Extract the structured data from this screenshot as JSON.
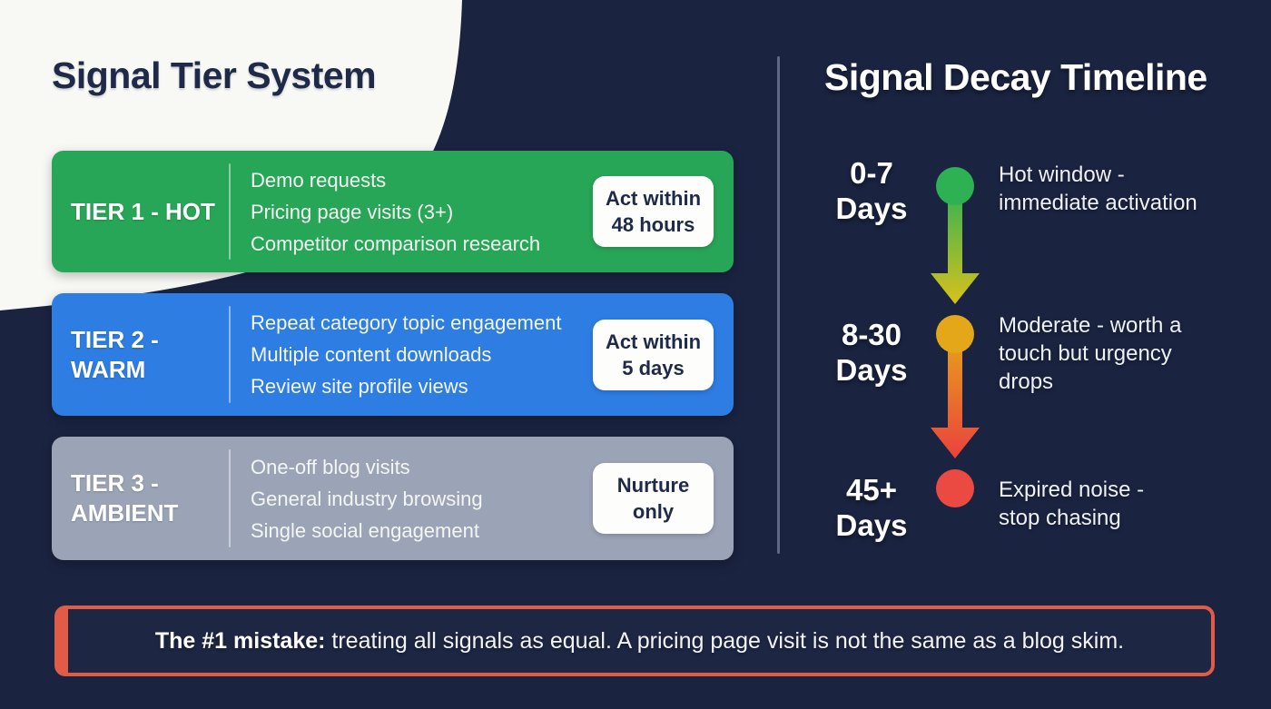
{
  "left": {
    "title": "Signal Tier System",
    "tiers": [
      {
        "label": "TIER 1 - HOT",
        "items": [
          "Demo requests",
          "Pricing page visits (3+)",
          "Competitor comparison research"
        ],
        "badge": "Act within\n48 hours",
        "color": "#28a657"
      },
      {
        "label": "TIER 2 -\nWARM",
        "items": [
          "Repeat category topic engagement",
          "Multiple content downloads",
          "Review site profile views"
        ],
        "badge": "Act within\n5 days",
        "color": "#2e7de2"
      },
      {
        "label": "TIER 3 -\nAMBIENT",
        "items": [
          "One-off blog visits",
          "General industry browsing",
          "Single social engagement"
        ],
        "badge": "Nurture\nonly",
        "color": "#9ba4b6"
      }
    ]
  },
  "right": {
    "title": "Signal Decay Timeline",
    "entries": [
      {
        "period": "0-7\nDays",
        "desc": "Hot window -\nimmediate activation",
        "dot_color": "#2db153"
      },
      {
        "period": "8-30\nDays",
        "desc": "Moderate - worth a\ntouch but urgency\ndrops",
        "dot_color": "#e5a71a"
      },
      {
        "period": "45+\nDays",
        "desc": "Expired noise -\nstop chasing",
        "dot_color": "#ea4a41"
      }
    ]
  },
  "callout": {
    "bold": "The #1 mistake:",
    "rest": " treating all signals as equal. A pricing page visit is not the same as a blog skim."
  },
  "palette": {
    "background": "#1a2340",
    "blob_white": "#f8f8f5",
    "navy_text": "#1e2a47",
    "tier_hot_green": "#28a657",
    "tier_warm_blue": "#2e7de2",
    "tier_ambient_gray": "#9ba4b6",
    "dot_green": "#2db153",
    "dot_amber": "#e5a71a",
    "dot_red": "#ea4a41",
    "arrow_yellow": "#d8c11c",
    "callout_border": "#e05c47",
    "divider": "#94a5c0"
  }
}
